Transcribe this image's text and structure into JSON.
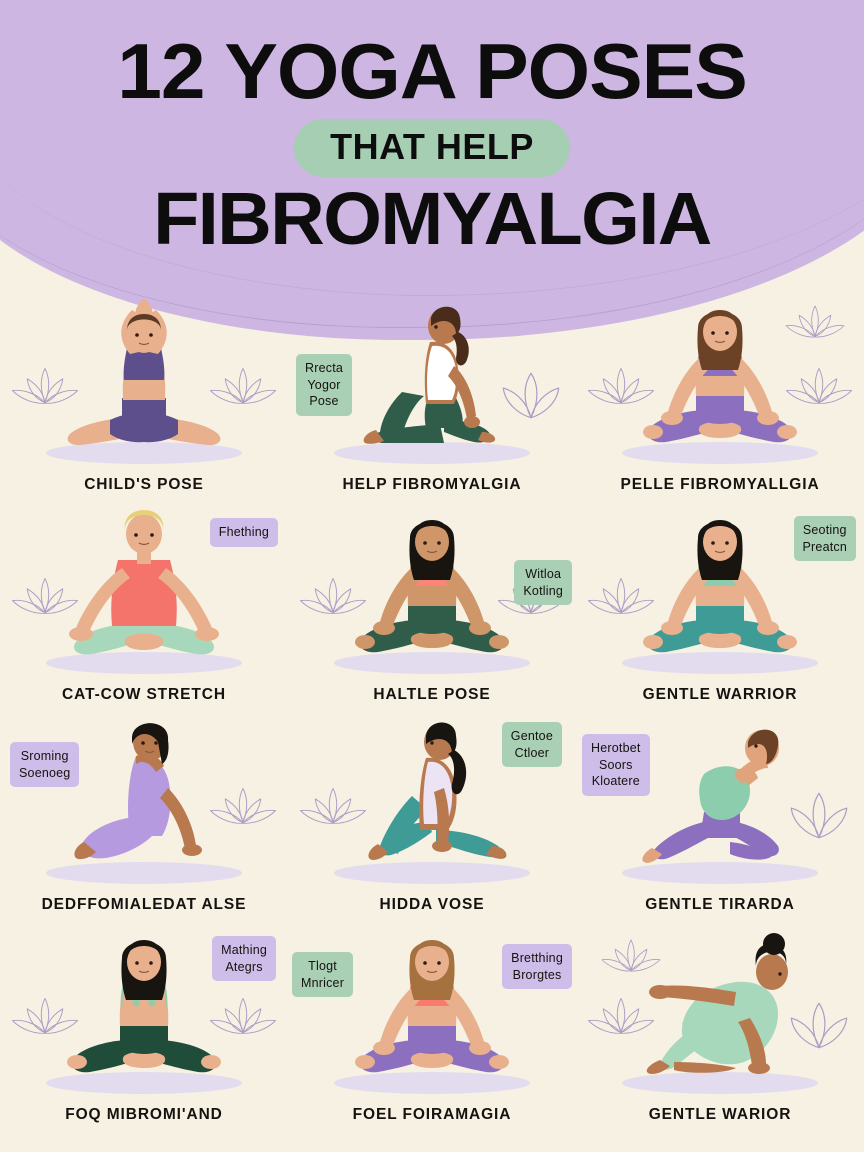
{
  "poster": {
    "title_line1": "12 YOGA POSES",
    "title_pill": "THAT HELP",
    "title_line2": "FIBROMYALGIA",
    "colors": {
      "header_purple": "#cdb7e2",
      "background_cream": "#f6f1e3",
      "pill_green": "#a5ceb2",
      "badge_green": "#a9cfb5",
      "badge_purple": "#cdbde8",
      "caption_text": "#15120f",
      "mat_purple": "#e3dcef",
      "lotus_outline": "#9f8ec0"
    }
  },
  "poses": [
    {
      "caption": "CHILD'S POSE",
      "badges": [],
      "figure": {
        "pose": "seated-arms-overhead",
        "skin": "#e8b08d",
        "hair": "#5c3a24",
        "top": "#5d4f8c",
        "bottom": "#5d4f8c"
      },
      "lotus": [
        "left",
        "right"
      ]
    },
    {
      "caption": "HELP FIBROMYALGIA",
      "badges": [
        {
          "style": "green",
          "lines": [
            "Rrecta",
            "Yogor",
            "Pose"
          ]
        }
      ],
      "figure": {
        "pose": "seated-side-twist",
        "skin": "#b9794f",
        "hair": "#4a2c1a",
        "top": "#ffffff",
        "bottom": "#2f5d4a"
      },
      "lotus": [
        "right"
      ]
    },
    {
      "caption": "PELLE FIBROMYALLGIA",
      "badges": [],
      "figure": {
        "pose": "lotus-meditation",
        "skin": "#e8b08d",
        "hair": "#6b4226",
        "top": "#8d6fc0",
        "bottom": "#8d6fc0"
      },
      "lotus": [
        "left",
        "right",
        "top-right"
      ]
    },
    {
      "caption": "CAT-COW STRETCH",
      "badges": [
        {
          "style": "purple",
          "lines": [
            "Fhething"
          ]
        }
      ],
      "figure": {
        "pose": "cross-legged-arms-wide",
        "skin": "#e8b08d",
        "hair": "#e8d07a",
        "top": "#f4736b",
        "bottom": "#a8d8bb"
      },
      "lotus": [
        "left"
      ]
    },
    {
      "caption": "HALTLE POSE",
      "badges": [
        {
          "style": "green",
          "lines": [
            "Witloa",
            "Kotling"
          ]
        }
      ],
      "figure": {
        "pose": "lotus-meditation",
        "skin": "#cf9669",
        "hair": "#181410",
        "top": "#fb8576",
        "bottom": "#2f5d4a"
      },
      "lotus": [
        "left",
        "right"
      ]
    },
    {
      "caption": "GENTLE WARRIOR",
      "badges": [
        {
          "style": "green",
          "lines": [
            "Seoting",
            "Preatcn"
          ]
        }
      ],
      "figure": {
        "pose": "lotus-meditation",
        "skin": "#e8b08d",
        "hair": "#181410",
        "top": "#8ccdae",
        "bottom": "#3f9b96"
      },
      "lotus": [
        "left"
      ]
    },
    {
      "caption": "DEDFFOMIALEDAT ALSE",
      "badges": [
        {
          "style": "purple",
          "lines": [
            "Sroming",
            "Soenoeg"
          ]
        }
      ],
      "figure": {
        "pose": "side-seated-dress",
        "skin": "#b9794f",
        "hair": "#181410",
        "top": "#b59ae0",
        "bottom": "#b59ae0"
      },
      "lotus": [
        "right"
      ]
    },
    {
      "caption": "HIDDA VOSE",
      "badges": [
        {
          "style": "green",
          "lines": [
            "Gentoe",
            "Ctloer"
          ]
        }
      ],
      "figure": {
        "pose": "seated-leg-extended",
        "skin": "#b9794f",
        "hair": "#181410",
        "top": "#ece3f4",
        "bottom": "#3f9b96"
      },
      "lotus": [
        "left"
      ]
    },
    {
      "caption": "GENTLE TIRARDA",
      "badges": [
        {
          "style": "purple",
          "lines": [
            "Herotbet",
            "Soors",
            "Kloatere"
          ]
        }
      ],
      "figure": {
        "pose": "kneeling-backbend",
        "skin": "#e0a37c",
        "hair": "#6b4226",
        "top": "#8ccdae",
        "bottom": "#8d6fc0"
      },
      "lotus": [
        "right"
      ]
    },
    {
      "caption": "FOQ MIBROMI'AND",
      "badges": [
        {
          "style": "purple",
          "lines": [
            "Mathing",
            "Ategrs"
          ]
        }
      ],
      "figure": {
        "pose": "lotus-prayer",
        "skin": "#e8b08d",
        "hair": "#181410",
        "top": "#8ccdae",
        "bottom": "#204c3a"
      },
      "lotus": [
        "left",
        "right"
      ]
    },
    {
      "caption": "FOEL FOIRAMAGIA",
      "badges": [
        {
          "style": "green",
          "lines": [
            "Tlogt",
            "Mnricer"
          ]
        },
        {
          "style": "purple",
          "lines": [
            "Bretthing",
            "Brorgtes"
          ]
        }
      ],
      "figure": {
        "pose": "lotus-meditation",
        "skin": "#e8b08d",
        "hair": "#a5713f",
        "top": "#fb7a6e",
        "bottom": "#8d6fc0"
      },
      "lotus": []
    },
    {
      "caption": "GENTLE WARIOR",
      "badges": [],
      "figure": {
        "pose": "tabletop-arm-extended",
        "skin": "#b9794f",
        "hair": "#181410",
        "top": "#a8d8bb",
        "bottom": "#a8d8bb"
      },
      "lotus": [
        "left",
        "top-left",
        "right"
      ]
    }
  ]
}
